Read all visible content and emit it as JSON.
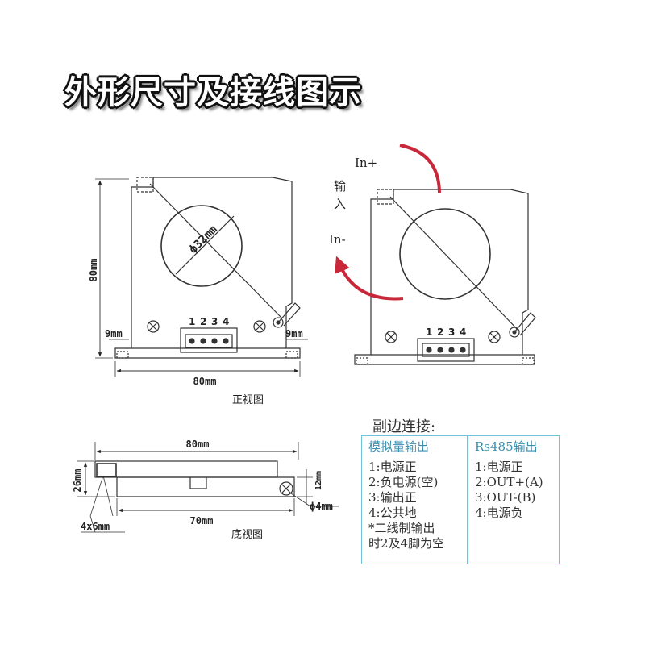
{
  "title": "外形尺寸及接线图示",
  "front_view": {
    "caption": "正视图",
    "height_label": "80mm",
    "width_label": "80mm",
    "diameter_label": "ϕ32mm",
    "left_foot_label": "9mm",
    "right_foot_label": "9mm",
    "pins": [
      "1",
      "2",
      "3",
      "4"
    ]
  },
  "wiring_view": {
    "in_plus": "In+",
    "in_minus": "In-",
    "input_label_1": "输",
    "input_label_2": "入",
    "pins": [
      "1",
      "2",
      "3",
      "4"
    ]
  },
  "bottom_view": {
    "caption": "底视图",
    "top_width_label": "80mm",
    "bottom_width_label": "70mm",
    "depth_label": "26mm",
    "slot_label": "4x6mm",
    "right_height_label": "12mm",
    "hole_label": "ϕ4mm"
  },
  "connections": {
    "title": "副边连接:",
    "analog": {
      "header": "模拟量输出",
      "lines": [
        "1:电源正",
        "2:负电源(空)",
        "3:输出正",
        "4:公共地",
        "*二线制输出",
        "时2及4脚为空"
      ]
    },
    "rs485": {
      "header": "Rs485输出",
      "lines": [
        "1:电源正",
        "2:OUT+(A)",
        "3:OUT-(B)",
        "4:电源负"
      ]
    }
  },
  "colors": {
    "arrow": "#c8283a",
    "box_border": "#6fc3d8",
    "box_header": "#3a8fb0",
    "line": "#333333"
  }
}
